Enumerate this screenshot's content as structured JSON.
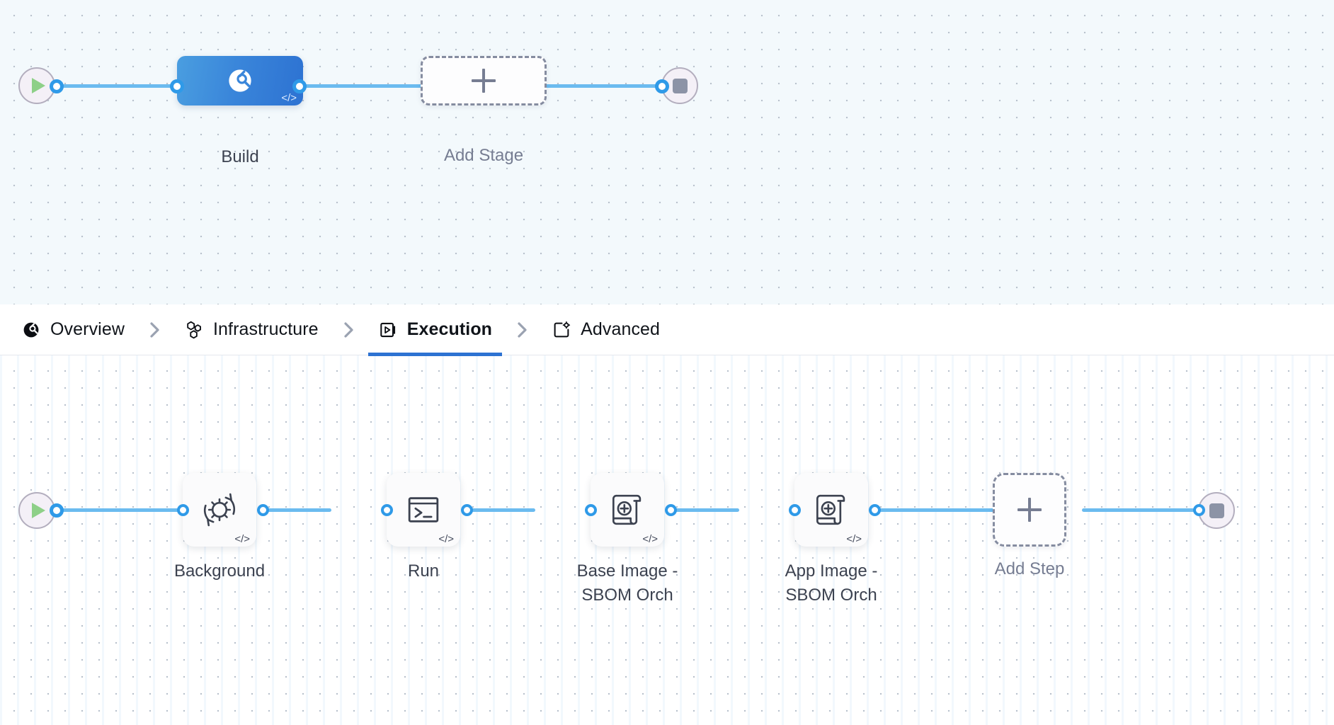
{
  "theme": {
    "accent_blue": "#2d72d2",
    "edge_blue": "#6bbbef",
    "connector_blue": "#2f9ae8",
    "play_green": "#8ed088",
    "stop_gray": "#8c93a6",
    "dashed_gray": "#858ca0",
    "stage_canvas_bg": "#f3f9fc",
    "step_canvas_bg": "#ffffff",
    "text_dark": "#10141a",
    "text_muted": "#767d92"
  },
  "stage_pipeline": {
    "start_node": {
      "icon": "play-icon",
      "label": ""
    },
    "stages": [
      {
        "name": "build-stage",
        "label": "Build",
        "icon": "pie-chart-icon",
        "badge": "</>",
        "selected": true
      }
    ],
    "add_stage": {
      "label": "Add Stage",
      "icon": "plus-icon"
    },
    "end_node": {
      "icon": "stop-icon",
      "label": ""
    }
  },
  "tabs": {
    "separator_icon": "chevron-right-icon",
    "items": [
      {
        "id": "overview",
        "label": "Overview",
        "icon": "pie-chart-icon",
        "active": false
      },
      {
        "id": "infrastructure",
        "label": "Infrastructure",
        "icon": "hexagons-icon",
        "active": false
      },
      {
        "id": "execution",
        "label": "Execution",
        "icon": "play-box-icon",
        "active": true
      },
      {
        "id": "advanced",
        "label": "Advanced",
        "icon": "card-gear-icon",
        "active": false
      }
    ]
  },
  "step_pipeline": {
    "start_node": {
      "icon": "play-icon",
      "label": ""
    },
    "steps": [
      {
        "name": "background-step",
        "label": "Background",
        "icon": "gear-refresh-icon",
        "badge": "</>"
      },
      {
        "name": "run-step",
        "label": "Run",
        "icon": "terminal-icon",
        "badge": "</>"
      },
      {
        "name": "base-image-sbom-step",
        "label": "Base Image -\nSBOM Orch",
        "icon": "scroll-plus-icon",
        "badge": "</>"
      },
      {
        "name": "app-image-sbom-step",
        "label": "App Image -\nSBOM Orch",
        "icon": "scroll-plus-icon",
        "badge": "</>"
      }
    ],
    "add_step": {
      "label": "Add Step",
      "icon": "plus-icon"
    },
    "end_node": {
      "icon": "stop-icon",
      "label": ""
    }
  }
}
